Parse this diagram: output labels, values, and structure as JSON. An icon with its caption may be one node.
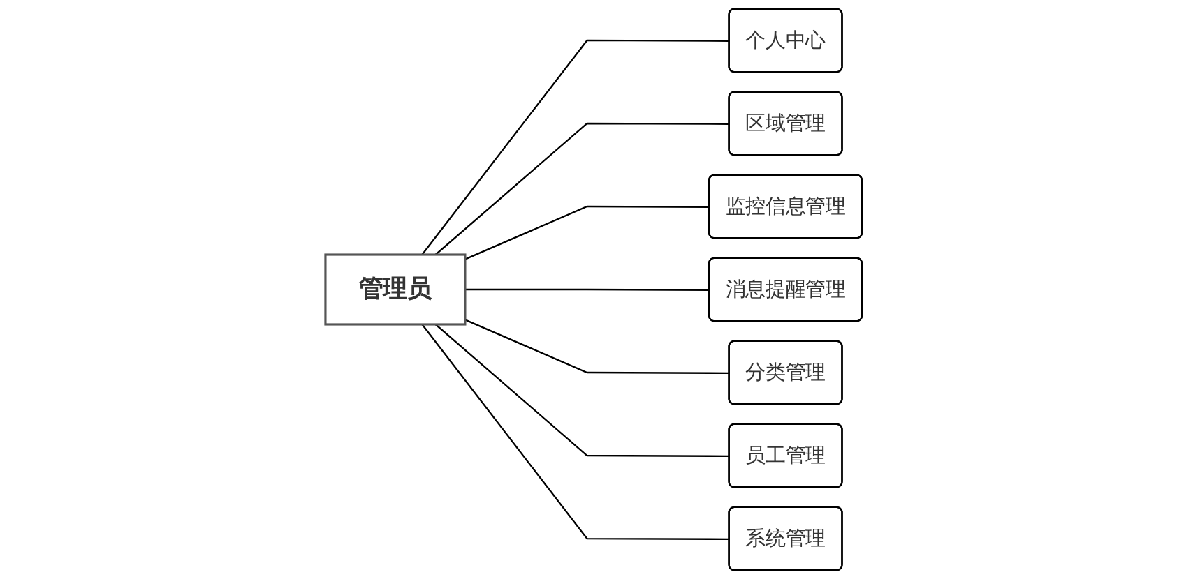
{
  "diagram": {
    "nodes": [
      {
        "text": [
          "管理员"
        ]
      },
      {
        "text": [
          "个人中心"
        ]
      },
      {
        "text": [
          "区域管理"
        ]
      },
      {
        "text": [
          "监控信息管理"
        ]
      },
      {
        "text": [
          "消息提醒管理"
        ]
      },
      {
        "text": [
          "分类管理"
        ]
      },
      {
        "text": [
          "员工管理"
        ]
      },
      {
        "text": [
          "系统管理"
        ]
      }
    ],
    "edges": [
      {
        "from": 0,
        "to": 1,
        "arrow": "none"
      },
      {
        "from": 0,
        "to": 2,
        "arrow": "none"
      },
      {
        "from": 0,
        "to": 3,
        "arrow": "none"
      },
      {
        "from": 0,
        "to": 4,
        "arrow": "none"
      },
      {
        "from": 0,
        "to": 5,
        "arrow": "none"
      },
      {
        "from": 0,
        "to": 6,
        "arrow": "none"
      },
      {
        "from": 0,
        "to": 7,
        "arrow": "none"
      }
    ]
  }
}
